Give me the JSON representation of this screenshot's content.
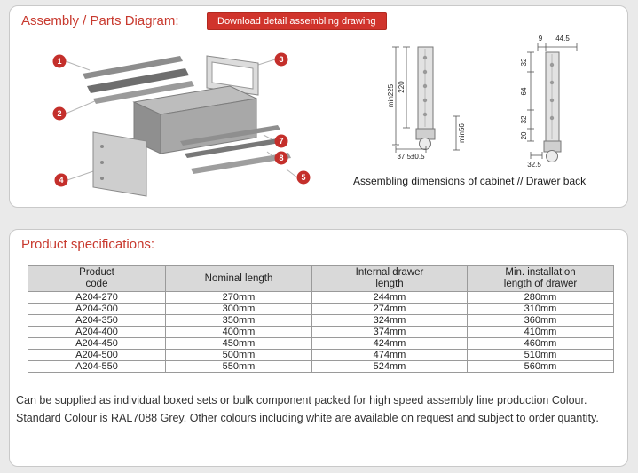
{
  "assembly": {
    "title": "Assembly / Parts Diagram:",
    "download_button_label": "Download detail assembling drawing",
    "caption": "Assembling dimensions of cabinet // Drawer back",
    "part_markers": [
      {
        "num": "1"
      },
      {
        "num": "2"
      },
      {
        "num": "3"
      },
      {
        "num": "4"
      },
      {
        "num": "5"
      },
      {
        "num": "7"
      },
      {
        "num": "8"
      }
    ],
    "cabinet_drawing": {
      "dim_height_min": "min225",
      "dim_height": "220",
      "dim_depth_min": "min56",
      "dim_width": "37.5±0.5"
    },
    "back_drawing": {
      "dim_top_a": "9",
      "dim_top_b": "44.5",
      "dim_side_a": "32",
      "dim_side_b": "64",
      "dim_side_c": "32",
      "dim_side_d": "20",
      "dim_bottom": "32.5"
    }
  },
  "specs": {
    "title": "Product specifications:",
    "table": {
      "headers": [
        [
          "Product",
          "code"
        ],
        [
          "Nominal length"
        ],
        [
          "Internal drawer",
          "length"
        ],
        [
          "Min. installation",
          "length of drawer"
        ]
      ],
      "rows": [
        [
          "A204-270",
          "270mm",
          "244mm",
          "280mm"
        ],
        [
          "A204-300",
          "300mm",
          "274mm",
          "310mm"
        ],
        [
          "A204-350",
          "350mm",
          "324mm",
          "360mm"
        ],
        [
          "A204-400",
          "400mm",
          "374mm",
          "410mm"
        ],
        [
          "A204-450",
          "450mm",
          "424mm",
          "460mm"
        ],
        [
          "A204-500",
          "500mm",
          "474mm",
          "510mm"
        ],
        [
          "A204-550",
          "550mm",
          "524mm",
          "560mm"
        ]
      ]
    },
    "note": "Can be supplied as individual boxed sets or bulk component packed for high speed assembly line production Colour. Standard Colour is RAL7088 Grey. Other colours including white are available on request and subject to order quantity."
  },
  "colors": {
    "accent_red": "#c8392e",
    "button_red": "#d0342c",
    "marker_red": "#c42f2b",
    "table_header_bg": "#d9d9d9"
  }
}
